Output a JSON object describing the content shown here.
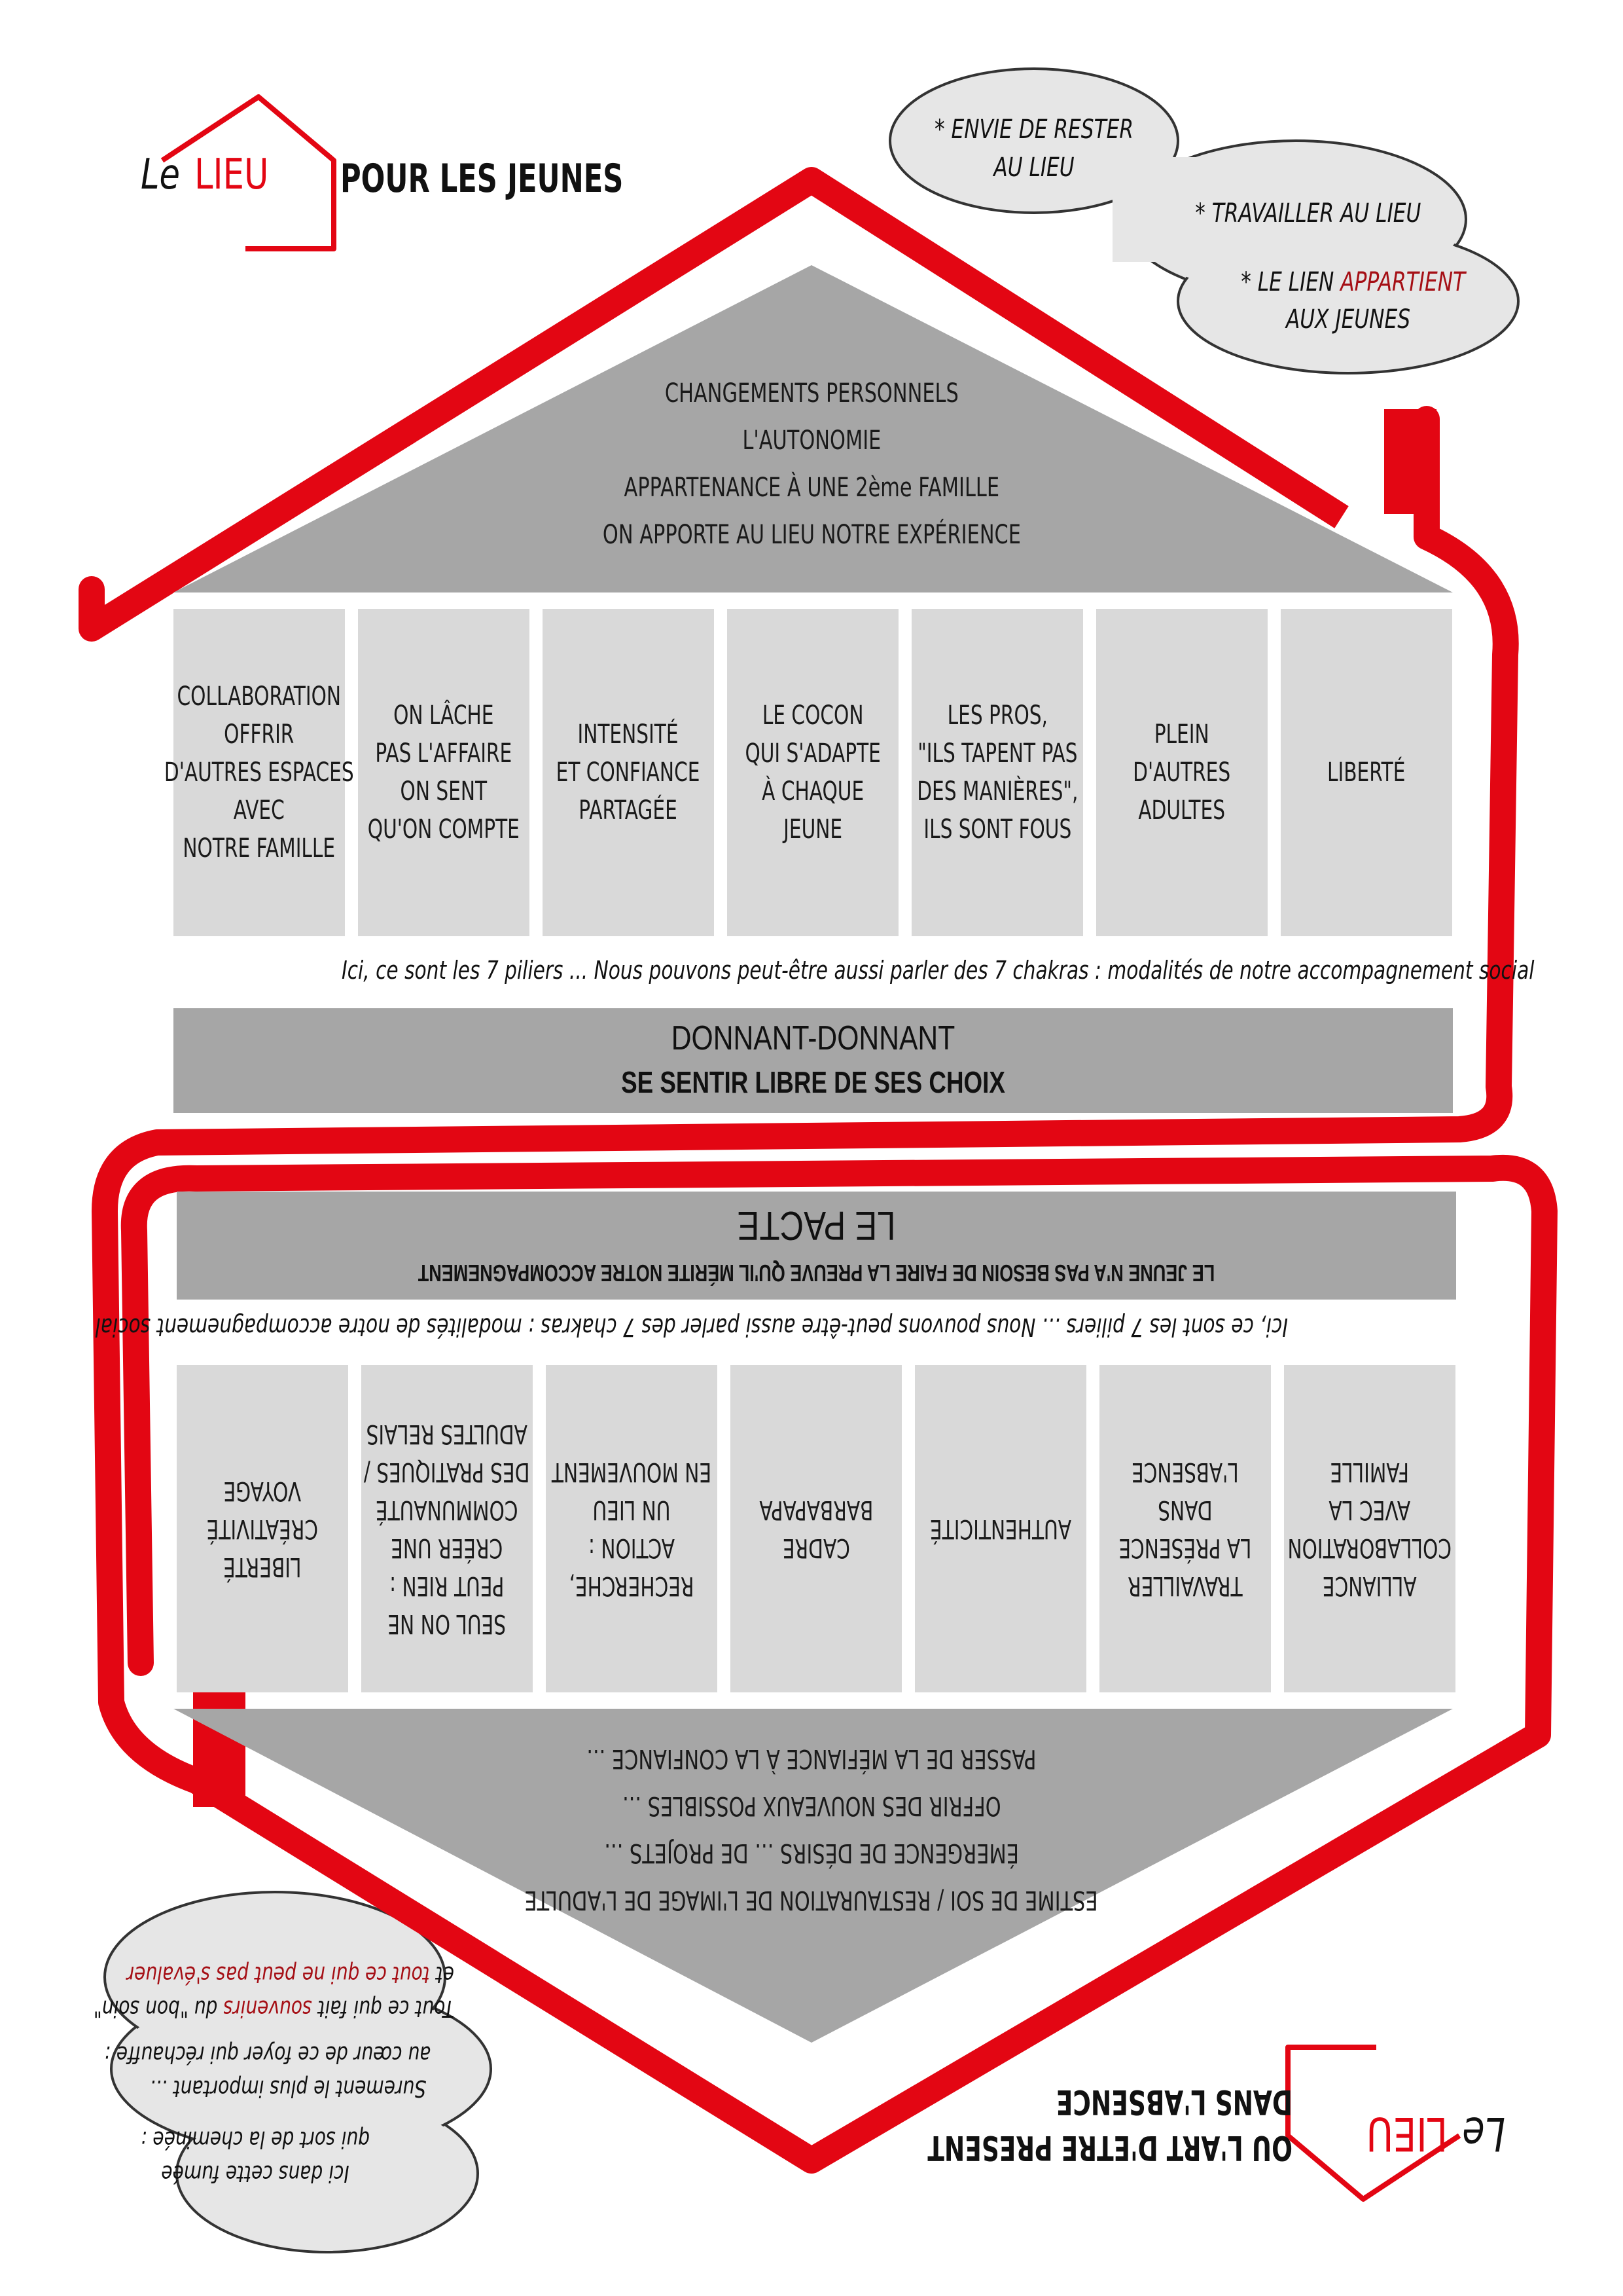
{
  "top_header": {
    "logo_le": "Le",
    "logo_lieu": "LIEU",
    "title": "POUR LES JEUNES"
  },
  "top_cloud": {
    "line1": "* ENVIE DE RESTER",
    "line2": "AU LIEU",
    "line3": "* TRAVAILLER AU LIEU",
    "line4_prefix": "* LE LIEN ",
    "line4_highlight": "APPARTIENT",
    "line5": "AUX JEUNES"
  },
  "top_roof": {
    "lines": [
      "CHANGEMENTS PERSONNELS",
      "L'AUTONOMIE",
      "APPARTENANCE À UNE 2ème FAMILLE",
      "ON APPORTE AU LIEU NOTRE EXPÉRIENCE"
    ]
  },
  "top_pillars": [
    {
      "lines": [
        "COLLABORATION",
        "OFFRIR",
        "D'AUTRES ESPACES",
        "AVEC",
        "NOTRE FAMILLE"
      ]
    },
    {
      "lines": [
        "ON LÂCHE",
        "PAS L'AFFAIRE",
        "ON SENT",
        "QU'ON COMPTE"
      ]
    },
    {
      "lines": [
        "INTENSITÉ",
        "ET CONFIANCE",
        "PARTAGÉE"
      ]
    },
    {
      "lines": [
        "LE COCON",
        "QUI S'ADAPTE",
        "À CHAQUE",
        "JEUNE"
      ]
    },
    {
      "lines": [
        "LES PROS,",
        "\"ILS TAPENT PAS",
        "DES MANIÈRES\",",
        "ILS SONT FOUS"
      ]
    },
    {
      "lines": [
        "PLEIN",
        "D'AUTRES",
        "ADULTES"
      ]
    },
    {
      "lines": [
        "LIBERTÉ"
      ]
    }
  ],
  "top_note": "Ici, ce sont les 7 piliers ... Nous pouvons peut-être aussi parler des 7 chakras : modalités de notre accompagnement social",
  "top_band": {
    "line1": "DONNANT-DONNANT",
    "line2": "SE SENTIR LIBRE DE SES CHOIX"
  },
  "bottom_band": {
    "line1": "LE PACTE",
    "line2": "LE JEUNE N'A PAS BESOIN DE FAIRE LA PREUVE QU'IL MÉRITE NOTRE ACCOMPAGNEMENT"
  },
  "bottom_note": "Ici, ce sont les 7 piliers ... Nous pouvons peut-être aussi parler des 7 chakras : modalités de notre accompagnement social",
  "bottom_pillars": [
    {
      "lines": [
        "ALLIANCE",
        "COLLABORATION",
        "AVEC LA",
        "FAMILLE"
      ]
    },
    {
      "lines": [
        "TRAVAILLER",
        "LA PRÉSENCE",
        "DANS",
        "L'ABSENCE"
      ]
    },
    {
      "lines": [
        "AUTHENTICITÉ"
      ]
    },
    {
      "lines": [
        "CADRE",
        "BARBAPAPA"
      ]
    },
    {
      "lines": [
        "RECHERCHE,",
        "ACTION :",
        "UN LIEU",
        "EN MOUVEMENT"
      ]
    },
    {
      "lines": [
        "SEUL ON NE",
        "PEUT RIEN :",
        "CRÉER UNE",
        "COMMUNAUTÉ",
        "DES PRATIQUES /",
        "ADULTES RELAIS"
      ]
    },
    {
      "lines": [
        "LIBERTÉ",
        "CRÉATIVITÉ",
        "VOYAGE"
      ]
    }
  ],
  "bottom_roof": {
    "lines": [
      "ESTIME DE SOI / RESTAURATION DE L'IMAGE DE L'ADULTE",
      "ÉMERGENCE DE DÉSIRS ... DE PROJETS ...",
      "OFFRIR DES NOUVEAUX POSSIBLES ...",
      "PASSER DE LA MÉFIANCE À LA CONFIANCE ..."
    ]
  },
  "bottom_cloud": {
    "line1": "Ici dans cette fumée",
    "line2": "qui sort de la cheminée :",
    "line3": "Surement le plus important ...",
    "line4": "au cœur de ce foyer qui réchauffe :",
    "line5_prefix": "Tout ce qui fait ",
    "line5_highlight": "souvenirs",
    "line5_suffix": " du \"bon soin\"",
    "line6_prefix": "et ",
    "line6_highlight": "tout ce qui ne peut pas s'évaluer"
  },
  "bottom_header": {
    "logo_le": "Le",
    "logo_lieu": "LIEU",
    "title_line1": "OU L'ART D'ETRE PRESENT",
    "title_line2": "DANS L'ABSENCE"
  },
  "colors": {
    "red": "#e30613",
    "dark_red": "#a50f15",
    "roof_gray": "#a6a6a6",
    "pillar_gray": "#d9d9d9",
    "cloud_gray": "#e6e6e6"
  }
}
